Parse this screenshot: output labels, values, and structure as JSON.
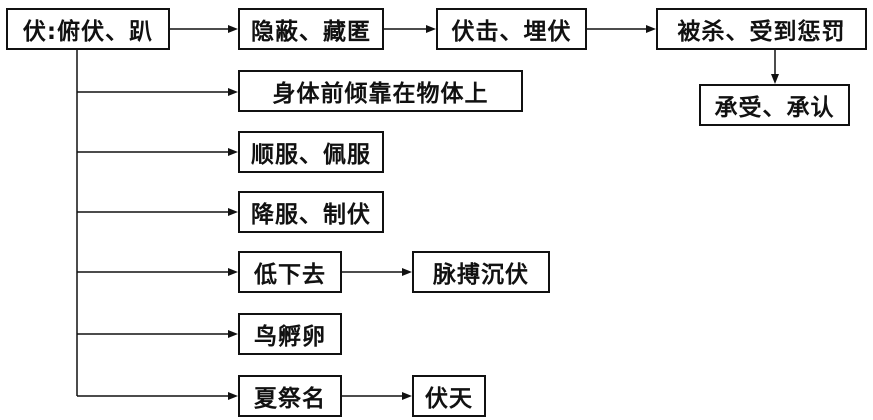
{
  "nodes": {
    "root": "伏:俯伏、趴",
    "hide": "隐蔽、藏匿",
    "ambush": "伏击、埋伏",
    "killed": "被杀、受到惩罚",
    "accept": "承受、承认",
    "lean": "身体前倾靠在物体上",
    "obey": "顺服、佩服",
    "subdue": "降服、制伏",
    "lower": "低下去",
    "pulse": "脉搏沉伏",
    "hatch": "鸟孵卵",
    "summer": "夏祭名",
    "sanfu": "伏天"
  }
}
